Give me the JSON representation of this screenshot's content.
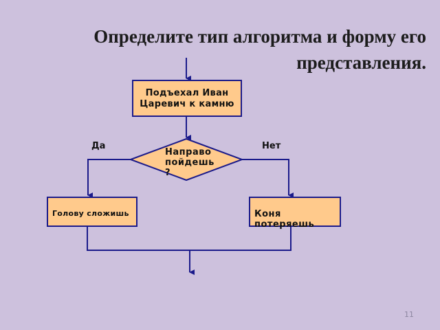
{
  "slide": {
    "title": "Определите тип алгоритма и форму его представления.",
    "page_number": "11"
  },
  "flowchart": {
    "start_box": "Подъехал Иван Царевич к камню",
    "decision": "Направо пойдешь ?",
    "yes_label": "Да",
    "no_label": "Нет",
    "yes_box": "Голову сложишь",
    "no_box": "Коня потеряешь"
  },
  "colors": {
    "background": "#cdc1dd",
    "box_fill": "#ffca8c",
    "stroke": "#1a1a8a"
  }
}
